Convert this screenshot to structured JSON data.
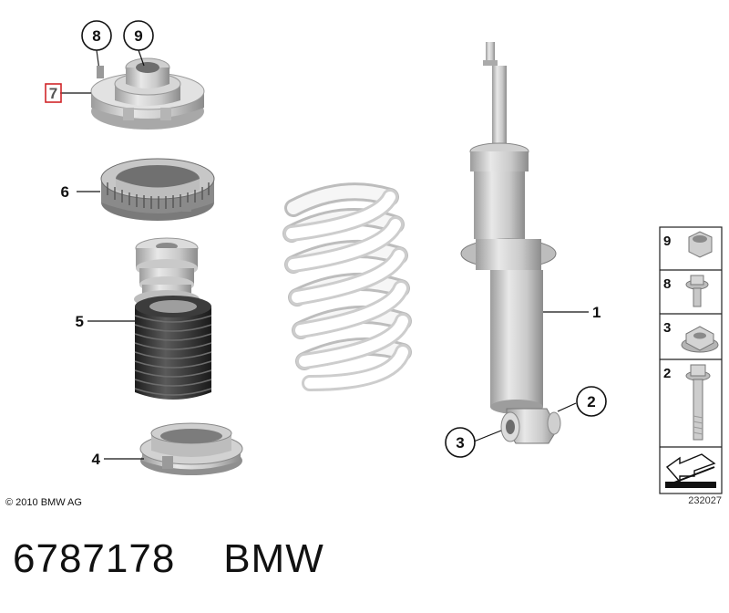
{
  "callouts": {
    "c1": "1",
    "c2": "2",
    "c3": "3",
    "c4": "4",
    "c5": "5",
    "c6": "6",
    "c7": "7",
    "c8": "8",
    "c9": "9"
  },
  "legend": [
    {
      "number": "9",
      "icon": "hex-nut-icon"
    },
    {
      "number": "8",
      "icon": "flange-bolt-icon"
    },
    {
      "number": "3",
      "icon": "hex-flange-nut-icon"
    },
    {
      "number": "2",
      "icon": "long-bolt-icon"
    },
    {
      "number": "",
      "icon": "arrow-symbol-icon"
    }
  ],
  "copyright": "© 2010 BMW AG",
  "drawing_number": "232027",
  "caption": {
    "part_number": "6787178",
    "brand": "BMW"
  },
  "colors": {
    "metal_light": "#e4e4e4",
    "metal_mid": "#c4c4c4",
    "metal_dark": "#8a8a8a",
    "rubber_dark": "#2e2e2e",
    "spring": "#f1f1f1",
    "highlight_box": "#d0262a"
  }
}
